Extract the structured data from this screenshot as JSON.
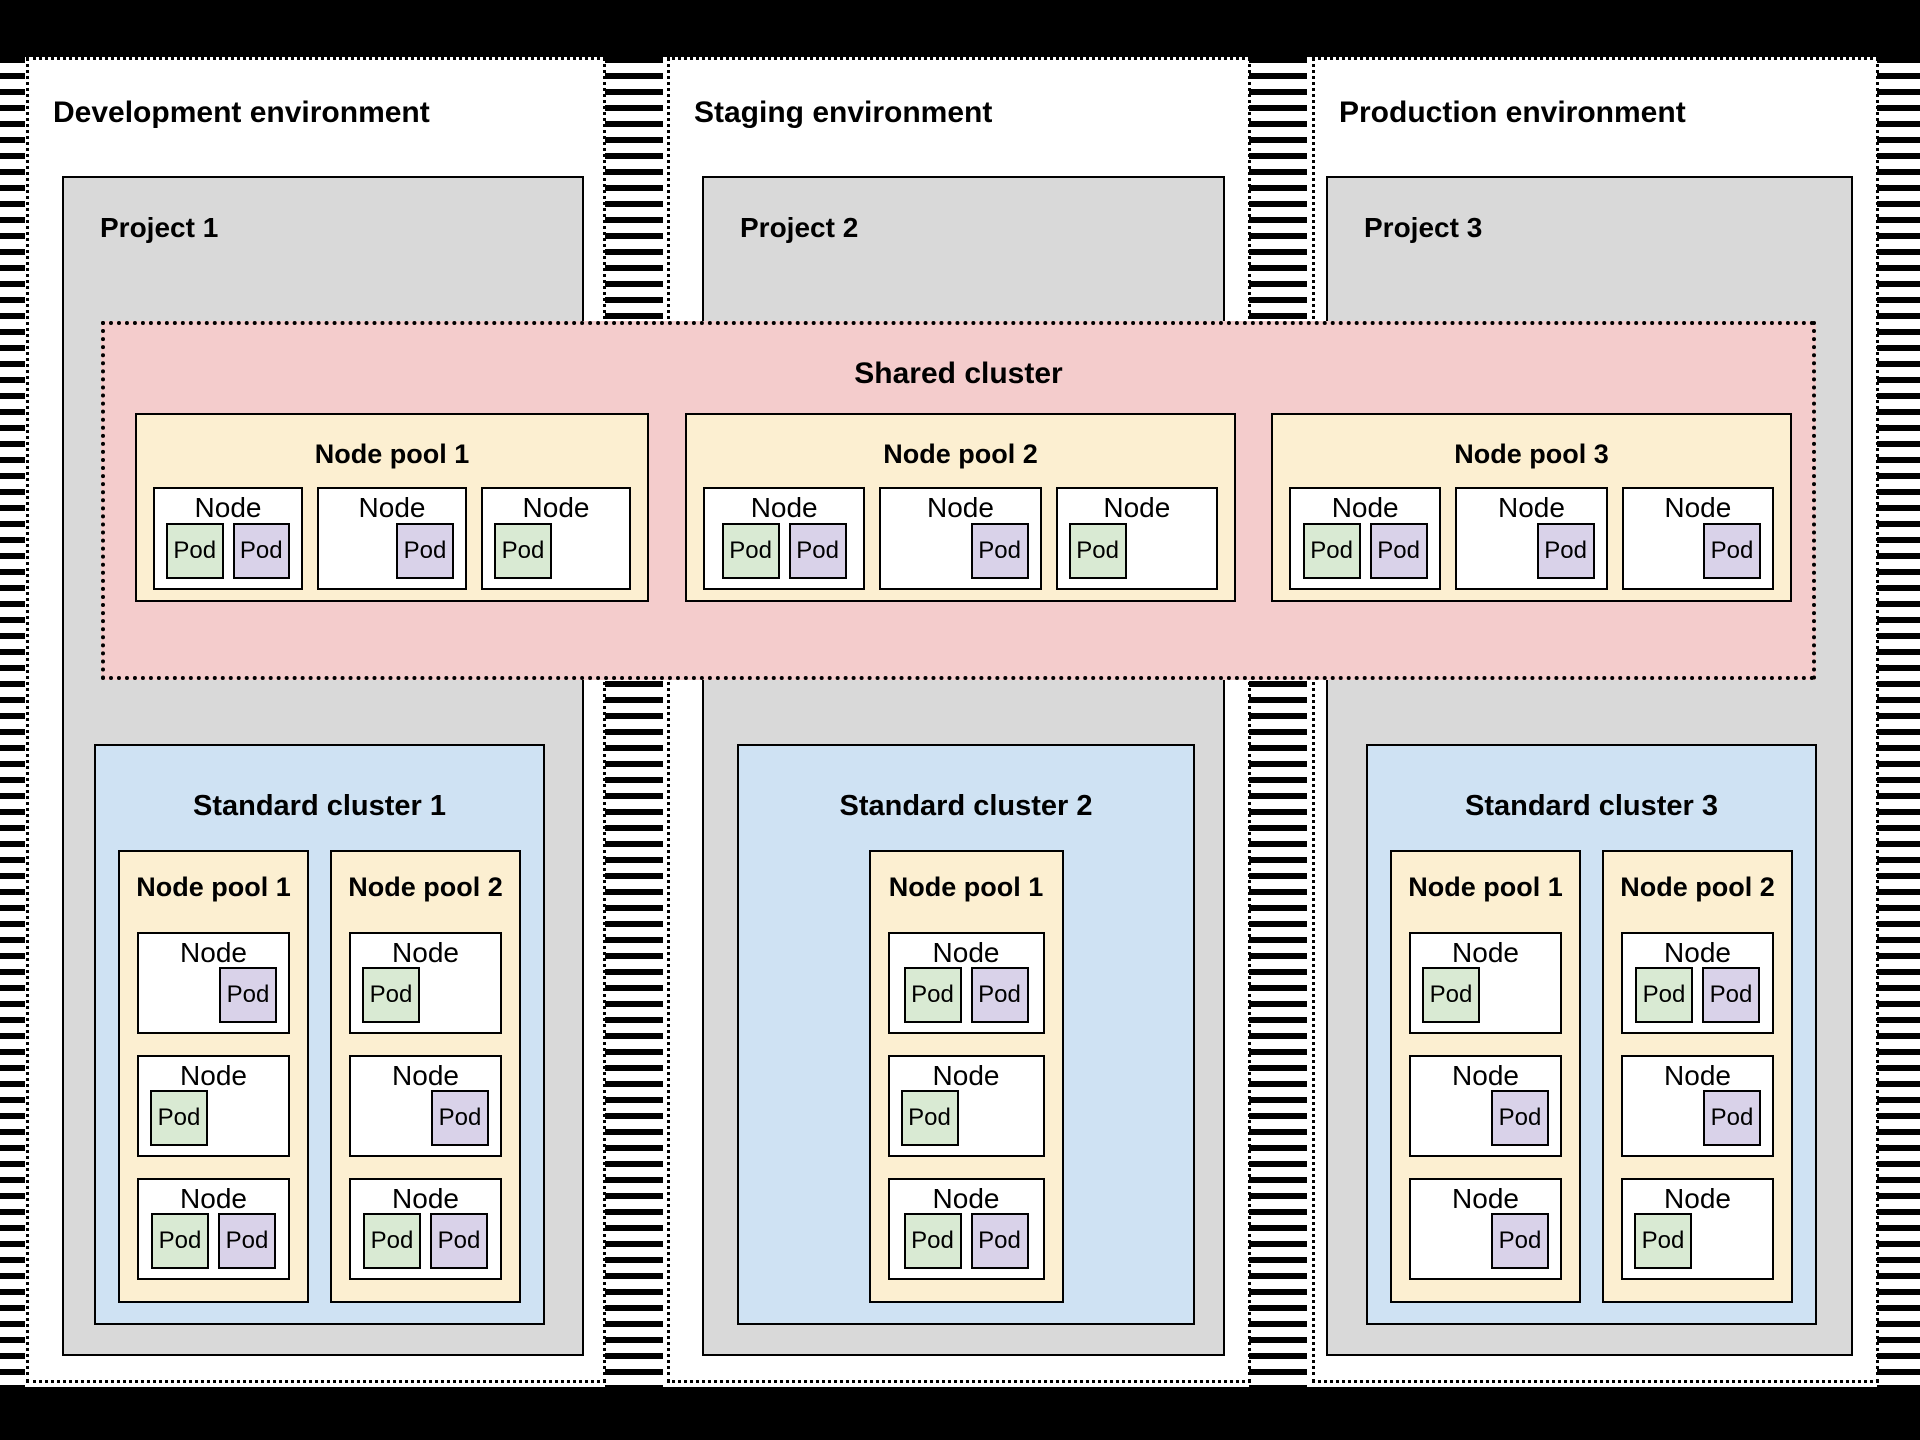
{
  "colors": {
    "frame": "#000000",
    "canvas": "#ffffff",
    "project_fill": "#d9d9d9",
    "shared_cluster_fill": "#f4cccc",
    "node_pool_fill": "#fcefd1",
    "standard_cluster_fill": "#cfe2f3",
    "node_fill": "#ffffff",
    "pod_green": "#d9ead3",
    "pod_purple": "#d9d2e9",
    "border": "#000000"
  },
  "environments": [
    {
      "title": "Development environment",
      "project": "Project 1"
    },
    {
      "title": "Staging environment",
      "project": "Project 2"
    },
    {
      "title": "Production environment",
      "project": "Project 3"
    }
  ],
  "shared_cluster": {
    "title": "Shared cluster",
    "node_pools": [
      {
        "title": "Node pool 1",
        "nodes": [
          {
            "label": "Node",
            "align": "center",
            "pods": [
              {
                "label": "Pod",
                "color": "green"
              },
              {
                "label": "Pod",
                "color": "purple"
              }
            ]
          },
          {
            "label": "Node",
            "align": "right",
            "pods": [
              {
                "label": "Pod",
                "color": "purple"
              }
            ]
          },
          {
            "label": "Node",
            "align": "left",
            "pods": [
              {
                "label": "Pod",
                "color": "green"
              }
            ]
          }
        ]
      },
      {
        "title": "Node pool 2",
        "nodes": [
          {
            "label": "Node",
            "align": "center",
            "pods": [
              {
                "label": "Pod",
                "color": "green"
              },
              {
                "label": "Pod",
                "color": "purple"
              }
            ]
          },
          {
            "label": "Node",
            "align": "right",
            "pods": [
              {
                "label": "Pod",
                "color": "purple"
              }
            ]
          },
          {
            "label": "Node",
            "align": "left",
            "pods": [
              {
                "label": "Pod",
                "color": "green"
              }
            ]
          }
        ]
      },
      {
        "title": "Node pool 3",
        "nodes": [
          {
            "label": "Node",
            "align": "center",
            "pods": [
              {
                "label": "Pod",
                "color": "green"
              },
              {
                "label": "Pod",
                "color": "purple"
              }
            ]
          },
          {
            "label": "Node",
            "align": "right",
            "pods": [
              {
                "label": "Pod",
                "color": "purple"
              }
            ]
          },
          {
            "label": "Node",
            "align": "right",
            "pods": [
              {
                "label": "Pod",
                "color": "purple"
              }
            ]
          }
        ]
      }
    ]
  },
  "standard_clusters": [
    {
      "title": "Standard cluster 1",
      "node_pools": [
        {
          "title": "Node pool 1",
          "nodes": [
            {
              "label": "Node",
              "align": "right",
              "pods": [
                {
                  "label": "Pod",
                  "color": "purple"
                }
              ]
            },
            {
              "label": "Node",
              "align": "left",
              "pods": [
                {
                  "label": "Pod",
                  "color": "green"
                }
              ]
            },
            {
              "label": "Node",
              "align": "center",
              "pods": [
                {
                  "label": "Pod",
                  "color": "green"
                },
                {
                  "label": "Pod",
                  "color": "purple"
                }
              ]
            }
          ]
        },
        {
          "title": "Node pool 2",
          "nodes": [
            {
              "label": "Node",
              "align": "left",
              "pods": [
                {
                  "label": "Pod",
                  "color": "green"
                }
              ]
            },
            {
              "label": "Node",
              "align": "right",
              "pods": [
                {
                  "label": "Pod",
                  "color": "purple"
                }
              ]
            },
            {
              "label": "Node",
              "align": "center",
              "pods": [
                {
                  "label": "Pod",
                  "color": "green"
                },
                {
                  "label": "Pod",
                  "color": "purple"
                }
              ]
            }
          ]
        }
      ]
    },
    {
      "title": "Standard cluster 2",
      "node_pools": [
        {
          "title": "Node pool 1",
          "nodes": [
            {
              "label": "Node",
              "align": "center",
              "pods": [
                {
                  "label": "Pod",
                  "color": "green"
                },
                {
                  "label": "Pod",
                  "color": "purple"
                }
              ]
            },
            {
              "label": "Node",
              "align": "left",
              "pods": [
                {
                  "label": "Pod",
                  "color": "green"
                }
              ]
            },
            {
              "label": "Node",
              "align": "center",
              "pods": [
                {
                  "label": "Pod",
                  "color": "green"
                },
                {
                  "label": "Pod",
                  "color": "purple"
                }
              ]
            }
          ]
        }
      ]
    },
    {
      "title": "Standard cluster 3",
      "node_pools": [
        {
          "title": "Node pool 1",
          "nodes": [
            {
              "label": "Node",
              "align": "left",
              "pods": [
                {
                  "label": "Pod",
                  "color": "green"
                }
              ]
            },
            {
              "label": "Node",
              "align": "right",
              "pods": [
                {
                  "label": "Pod",
                  "color": "purple"
                }
              ]
            },
            {
              "label": "Node",
              "align": "right",
              "pods": [
                {
                  "label": "Pod",
                  "color": "purple"
                }
              ]
            }
          ]
        },
        {
          "title": "Node pool 2",
          "nodes": [
            {
              "label": "Node",
              "align": "center",
              "pods": [
                {
                  "label": "Pod",
                  "color": "green"
                },
                {
                  "label": "Pod",
                  "color": "purple"
                }
              ]
            },
            {
              "label": "Node",
              "align": "right",
              "pods": [
                {
                  "label": "Pod",
                  "color": "purple"
                }
              ]
            },
            {
              "label": "Node",
              "align": "left",
              "pods": [
                {
                  "label": "Pod",
                  "color": "green"
                }
              ]
            }
          ]
        }
      ]
    }
  ]
}
